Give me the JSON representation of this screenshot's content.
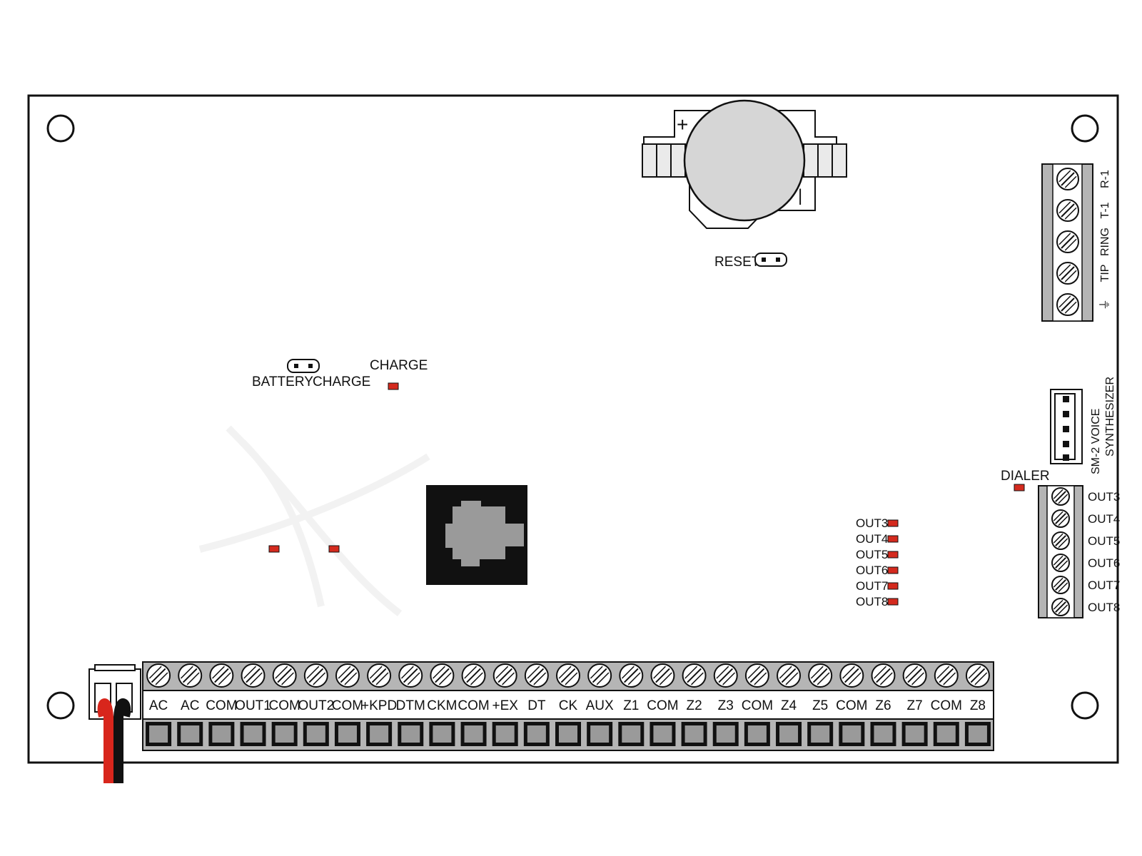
{
  "colors": {
    "board_outline": "#111111",
    "led_red": "#d42a1e",
    "terminal_gray": "#b5b5b5",
    "battery_gray": "#d6d6d6",
    "wire_red": "#d8261c",
    "wire_black": "#111111"
  },
  "battery": {
    "plus_label": "+",
    "minus_label": "|"
  },
  "reset": {
    "label": "RESET"
  },
  "jumper_battery": {
    "left_label": "BATTERY",
    "right_label": "CHARGE"
  },
  "charge_led": {
    "label": "CHARGE"
  },
  "dialer_led": {
    "label": "DIALER"
  },
  "voice_connector": {
    "line1": "SM-2  VOICE",
    "line2": "SYNTHESIZER"
  },
  "phone_terminal": {
    "labels": [
      "R-1",
      "T-1",
      "RING",
      "TIP",
      "⏚"
    ]
  },
  "out_leds": {
    "labels": [
      "OUT3",
      "OUT4",
      "OUT5",
      "OUT6",
      "OUT7",
      "OUT8"
    ]
  },
  "out_terminal": {
    "labels": [
      "OUT3",
      "OUT4",
      "OUT5",
      "OUT6",
      "OUT7",
      "OUT8"
    ]
  },
  "main_terminal": {
    "labels": [
      "AC",
      "AC",
      "COM",
      "OUT1",
      "COM",
      "OUT2",
      "COM",
      "+KPD",
      "DTM",
      "CKM",
      "COM",
      "+EX",
      "DT",
      "CK",
      "AUX",
      "Z1",
      "COM",
      "Z2",
      "Z3",
      "COM",
      "Z4",
      "Z5",
      "COM",
      "Z6",
      "Z7",
      "COM",
      "Z8"
    ]
  }
}
